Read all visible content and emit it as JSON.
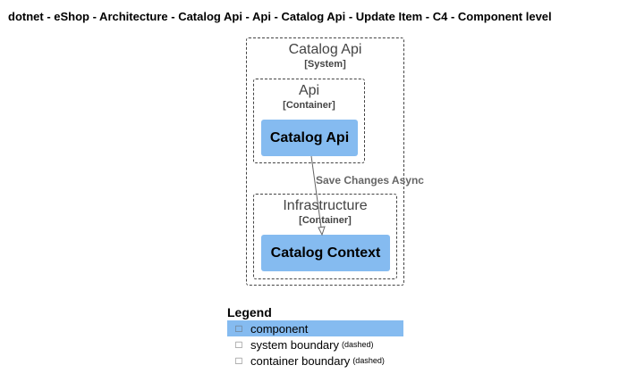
{
  "title": "dotnet - eShop - Architecture - Catalog Api - Api - Catalog Api - Update Item - C4 - Component level",
  "system_boundary": {
    "name": "Catalog Api",
    "type": "[System]"
  },
  "api_container": {
    "name": "Api",
    "type": "[Container]"
  },
  "infra_container": {
    "name": "Infrastructure",
    "type": "[Container]"
  },
  "components": {
    "catalog_api": "Catalog Api",
    "catalog_context": "Catalog Context"
  },
  "relationship": {
    "label": "Save Changes Async"
  },
  "legend": {
    "title": "Legend",
    "items": [
      {
        "label": "component",
        "note": ""
      },
      {
        "label": "system boundary",
        "note": "(dashed)"
      },
      {
        "label": "container boundary",
        "note": "(dashed)"
      }
    ]
  },
  "colors": {
    "component_fill": "#85bbf0",
    "boundary_stroke": "#444444",
    "relationship": "#666666"
  }
}
